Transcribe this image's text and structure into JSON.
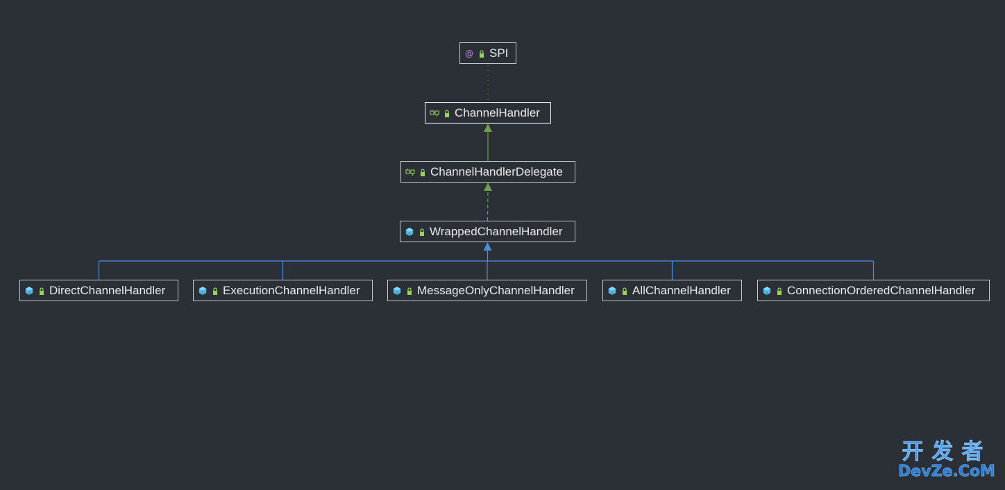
{
  "diagram": {
    "nodes": [
      {
        "id": "spi",
        "label": "SPI",
        "kind": "annotation",
        "icon": "annotation-icon"
      },
      {
        "id": "channelhandler",
        "label": "ChannelHandler",
        "kind": "interface",
        "icon": "interface-icon",
        "selected": true
      },
      {
        "id": "channelhandlerdelegate",
        "label": "ChannelHandlerDelegate",
        "kind": "interface",
        "icon": "interface-icon"
      },
      {
        "id": "wrappedchannelhandler",
        "label": "WrappedChannelHandler",
        "kind": "class",
        "icon": "class-icon"
      },
      {
        "id": "directchannelhandler",
        "label": "DirectChannelHandler",
        "kind": "class",
        "icon": "class-icon"
      },
      {
        "id": "executionchannelhandler",
        "label": "ExecutionChannelHandler",
        "kind": "class",
        "icon": "class-icon"
      },
      {
        "id": "messageonlychannelhandler",
        "label": "MessageOnlyChannelHandler",
        "kind": "class",
        "icon": "class-icon"
      },
      {
        "id": "allchannelhandler",
        "label": "AllChannelHandler",
        "kind": "class",
        "icon": "class-icon"
      },
      {
        "id": "connectionorderedchannelhandler",
        "label": "ConnectionOrderedChannelHandler",
        "kind": "class",
        "icon": "class-icon"
      }
    ],
    "edges": [
      {
        "from": "channelhandler",
        "to": "spi",
        "type": "annotation-link"
      },
      {
        "from": "channelhandlerdelegate",
        "to": "channelhandler",
        "type": "extends"
      },
      {
        "from": "wrappedchannelhandler",
        "to": "channelhandlerdelegate",
        "type": "implements"
      },
      {
        "from": "directchannelhandler",
        "to": "wrappedchannelhandler",
        "type": "extends-class"
      },
      {
        "from": "executionchannelhandler",
        "to": "wrappedchannelhandler",
        "type": "extends-class"
      },
      {
        "from": "messageonlychannelhandler",
        "to": "wrappedchannelhandler",
        "type": "extends-class"
      },
      {
        "from": "allchannelhandler",
        "to": "wrappedchannelhandler",
        "type": "extends-class"
      },
      {
        "from": "connectionorderedchannelhandler",
        "to": "wrappedchannelhandler",
        "type": "extends-class"
      }
    ]
  },
  "colors": {
    "background": "#2b2f36",
    "node_border": "#c9c9c9",
    "node_text": "#eaeaea",
    "annotation_icon": "#c88be8",
    "interface_icon": "#8bbf58",
    "class_icon": "#4fb8e8",
    "lock_icon": "#9bd15b",
    "interface_edge": "#6d9f4e",
    "class_edge": "#4a90e2",
    "annotation_edge": "#7a9b2f",
    "watermark": "#2c7ed8"
  },
  "watermark": {
    "top": "开发者",
    "bottom": "DevZe.CoM"
  }
}
